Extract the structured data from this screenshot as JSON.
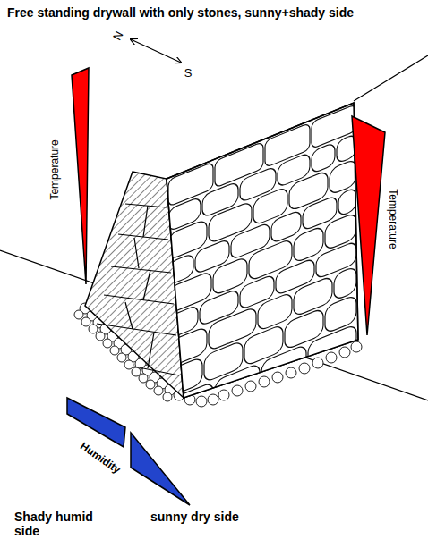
{
  "diagram": {
    "title": "Free standing drywall with only stones, sunny+shady side",
    "labels": [
      "N",
      "S",
      "Temperature",
      "Temperature",
      "Humidity",
      "Shady humid side",
      "sunny dry side"
    ]
  }
}
